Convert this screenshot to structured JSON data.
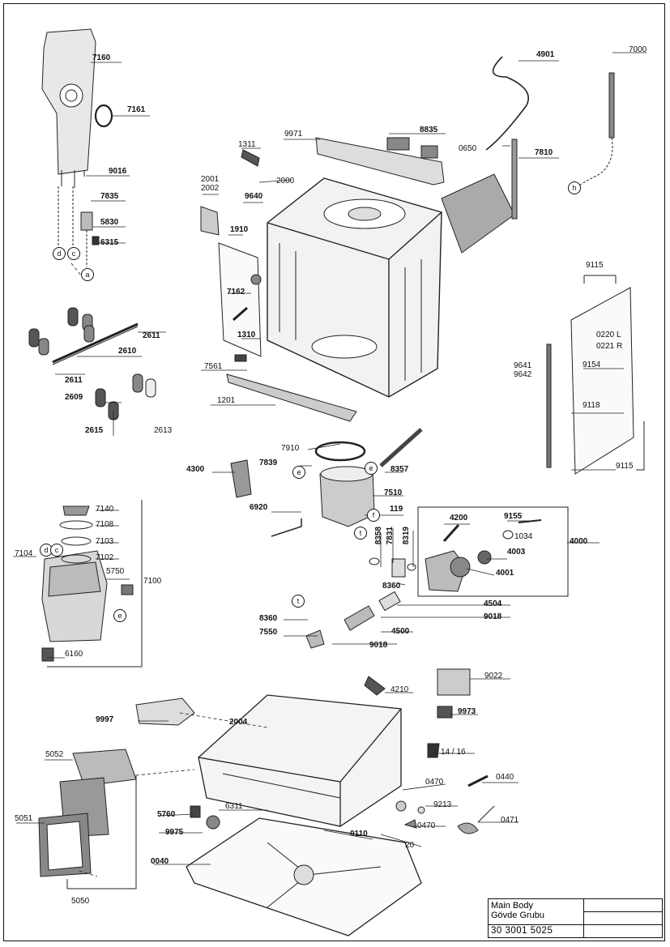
{
  "title_block": {
    "title_en": "Main Body",
    "title_tr": "Gövde Grubu",
    "part_number": "30 3001 5025"
  },
  "parts": [
    "7160",
    "7161",
    "9016",
    "7835",
    "5830",
    "6315",
    "2611",
    "2610",
    "2611",
    "2609",
    "2615",
    "2613",
    "7140",
    "7108",
    "7103",
    "7102",
    "7104",
    "5750",
    "7100",
    "6160",
    "9997",
    "5052",
    "5051",
    "5050",
    "5760",
    "9975",
    "0040",
    "6311",
    "0110",
    "20",
    "1311",
    "9971",
    "8835",
    "4901",
    "7000",
    "0650",
    "7810",
    "2001",
    "2002",
    "2000",
    "9640",
    "1910",
    "7162",
    "1310",
    "7561",
    "1201",
    "9115",
    "0220 L",
    "0221 R",
    "9641",
    "9642",
    "9154",
    "9118",
    "9115",
    "7910",
    "4300",
    "7839",
    "8357",
    "7510",
    "6920",
    "119",
    "4200",
    "9155",
    "1034",
    "4000",
    "4003",
    "4001",
    "8358",
    "7831",
    "8319",
    "8360",
    "4504",
    "9018",
    "4500",
    "8360",
    "7550",
    "9018",
    "4210",
    "9022",
    "2004",
    "9973",
    "14 / 16",
    "0470",
    "0440",
    "9213",
    "0470",
    "0471"
  ],
  "markers": [
    "d",
    "c",
    "a",
    "h",
    "e",
    "e",
    "f",
    "t",
    "t",
    "d",
    "c",
    "e"
  ]
}
